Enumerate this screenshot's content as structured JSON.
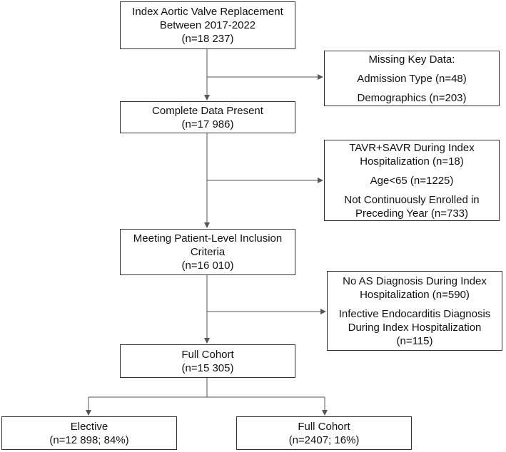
{
  "boxes": {
    "index": [
      "Index Aortic Valve Replacement",
      "Between 2017-2022",
      "(n=18 237)"
    ],
    "complete": [
      "Complete Data Present",
      "(n=17 986)"
    ],
    "meeting": [
      "Meeting Patient-Level Inclusion",
      "Criteria",
      "(n=16 010)"
    ],
    "full": [
      "Full Cohort",
      "(n=15 305)"
    ],
    "elective": [
      "Elective",
      "(n=12 898; 84%)"
    ],
    "nonelective": [
      "Full Cohort",
      "(n=2407; 16%)"
    ]
  },
  "exclusions": {
    "missing": {
      "title": "Missing Key Data:",
      "items": [
        "Admission Type (n=48)",
        "Demographics (n=203)"
      ]
    },
    "patient_level": {
      "items": [
        [
          "TAVR+SAVR During Index",
          "Hospitalization (n=18)"
        ],
        [
          "Age<65 (n=1225)"
        ],
        [
          "Not Continuously Enrolled in",
          "Preceding Year (n=733)"
        ]
      ]
    },
    "diagnosis": {
      "items": [
        [
          "No AS Diagnosis During Index",
          "Hospitalization (n=590)"
        ],
        [
          "Infective Endocarditis Diagnosis",
          "During Index Hospitalization",
          "(n=115)"
        ]
      ]
    }
  },
  "colors": {
    "border": "#333333",
    "line": "#555555",
    "background": "#ffffff"
  }
}
